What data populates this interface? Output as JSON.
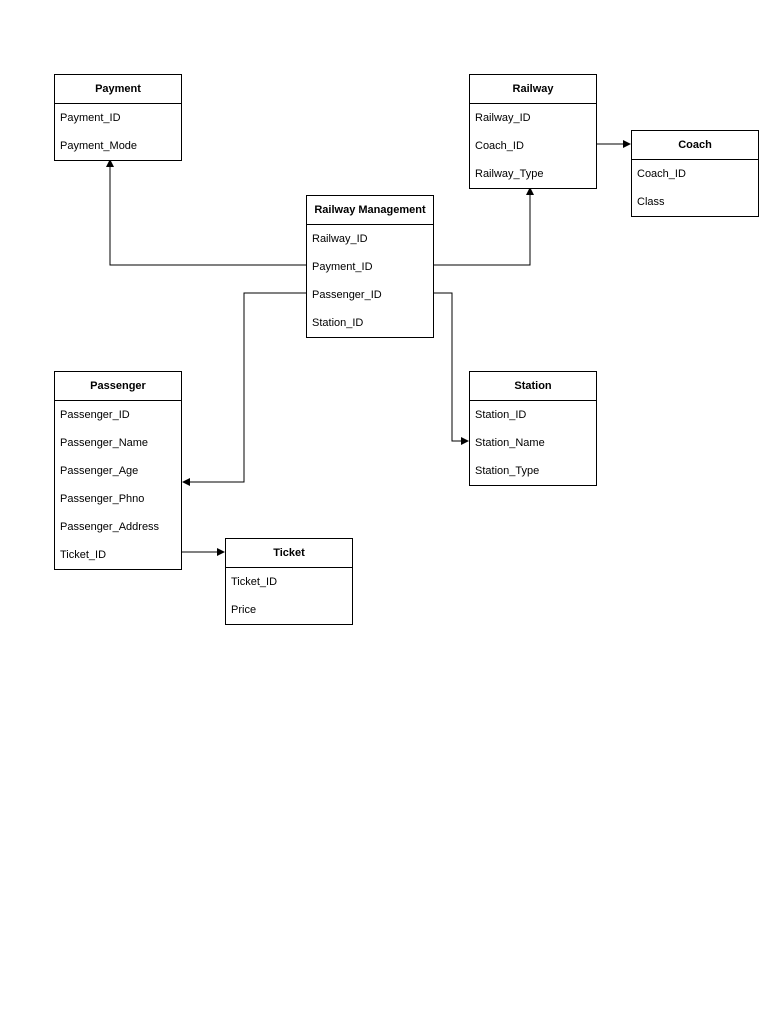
{
  "entities": {
    "payment": {
      "title": "Payment",
      "fields": [
        "Payment_ID",
        "Payment_Mode"
      ]
    },
    "railway": {
      "title": "Railway",
      "fields": [
        "Railway_ID",
        "Coach_ID",
        "Railway_Type"
      ]
    },
    "coach": {
      "title": "Coach",
      "fields": [
        "Coach_ID",
        "Class"
      ]
    },
    "railway_management": {
      "title": "Railway Management",
      "fields": [
        "Railway_ID",
        "Payment_ID",
        "Passenger_ID",
        "Station_ID"
      ]
    },
    "passenger": {
      "title": "Passenger",
      "fields": [
        "Passenger_ID",
        "Passenger_Name",
        "Passenger_Age",
        "Passenger_Phno",
        "Passenger_Address",
        "Ticket_ID"
      ]
    },
    "station": {
      "title": "Station",
      "fields": [
        "Station_ID",
        "Station_Name",
        "Station_Type"
      ]
    },
    "ticket": {
      "title": "Ticket",
      "fields": [
        "Ticket_ID",
        "Price"
      ]
    }
  },
  "relationships": [
    {
      "from": "railway_management",
      "to": "payment"
    },
    {
      "from": "railway_management",
      "to": "railway"
    },
    {
      "from": "railway",
      "to": "coach"
    },
    {
      "from": "railway_management",
      "to": "passenger"
    },
    {
      "from": "railway_management",
      "to": "station"
    },
    {
      "from": "passenger",
      "to": "ticket"
    }
  ],
  "colors": {
    "line": "#000000",
    "box_border": "#000000",
    "box_fill": "#ffffff"
  }
}
